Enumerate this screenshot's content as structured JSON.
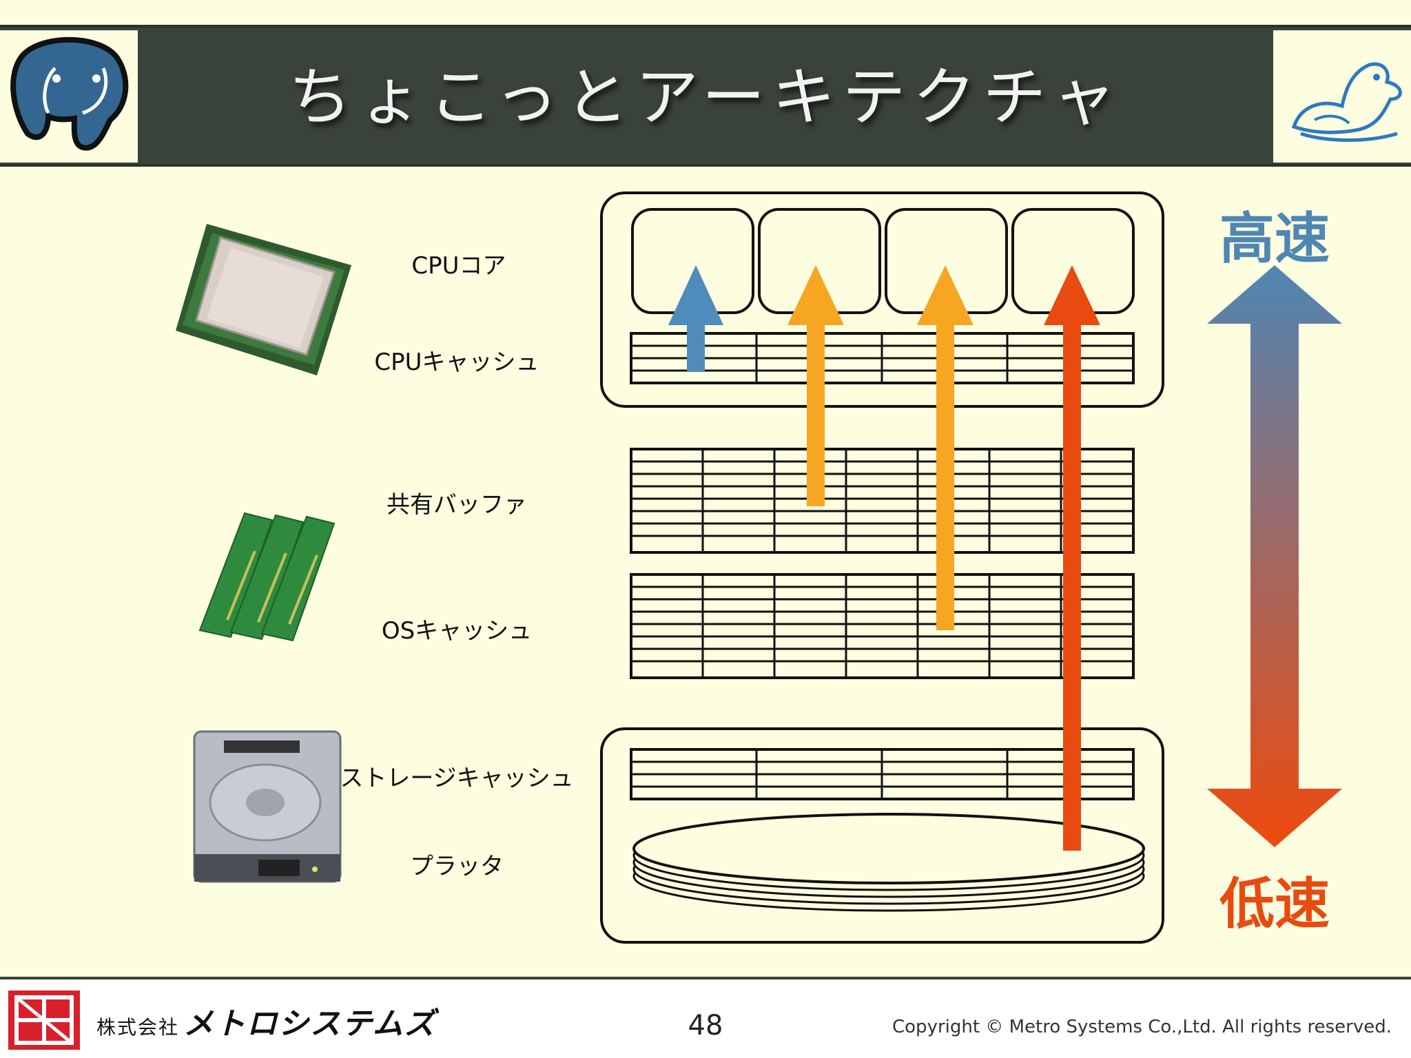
{
  "slide": {
    "title": "ちょこっとアーキテクチャ",
    "page_number": "48",
    "copyright": "Copyright © Metro Systems Co.,Ltd. All rights reserved.",
    "company_prefix": "株式会社",
    "company_name": "メトロシステムズ"
  },
  "labels": {
    "cpu_core": "CPUコア",
    "cpu_cache": "CPUキャッシュ",
    "shared_buffer": "共有バッファ",
    "os_cache": "OSキャッシュ",
    "storage_cache": "ストレージキャッシュ",
    "platter": "プラッタ"
  },
  "speed": {
    "fast": "高速",
    "slow": "低速",
    "fast_color": "#4f86b3",
    "slow_color": "#e84a10"
  },
  "icons": {
    "left_logo": "postgresql-elephant-icon",
    "right_logo": "bird-logo-icon",
    "cpu": "cpu-chip-icon",
    "memory": "memory-module-icon",
    "hdd": "hard-disk-icon",
    "company_logo": "metro-systems-logo-icon"
  },
  "colors": {
    "header_bg": "#3a433a",
    "slide_bg": "#fdfde0",
    "arrow_blue": "#4f8bbb",
    "arrow_orange": "#f6a623",
    "arrow_red": "#e84a10"
  }
}
